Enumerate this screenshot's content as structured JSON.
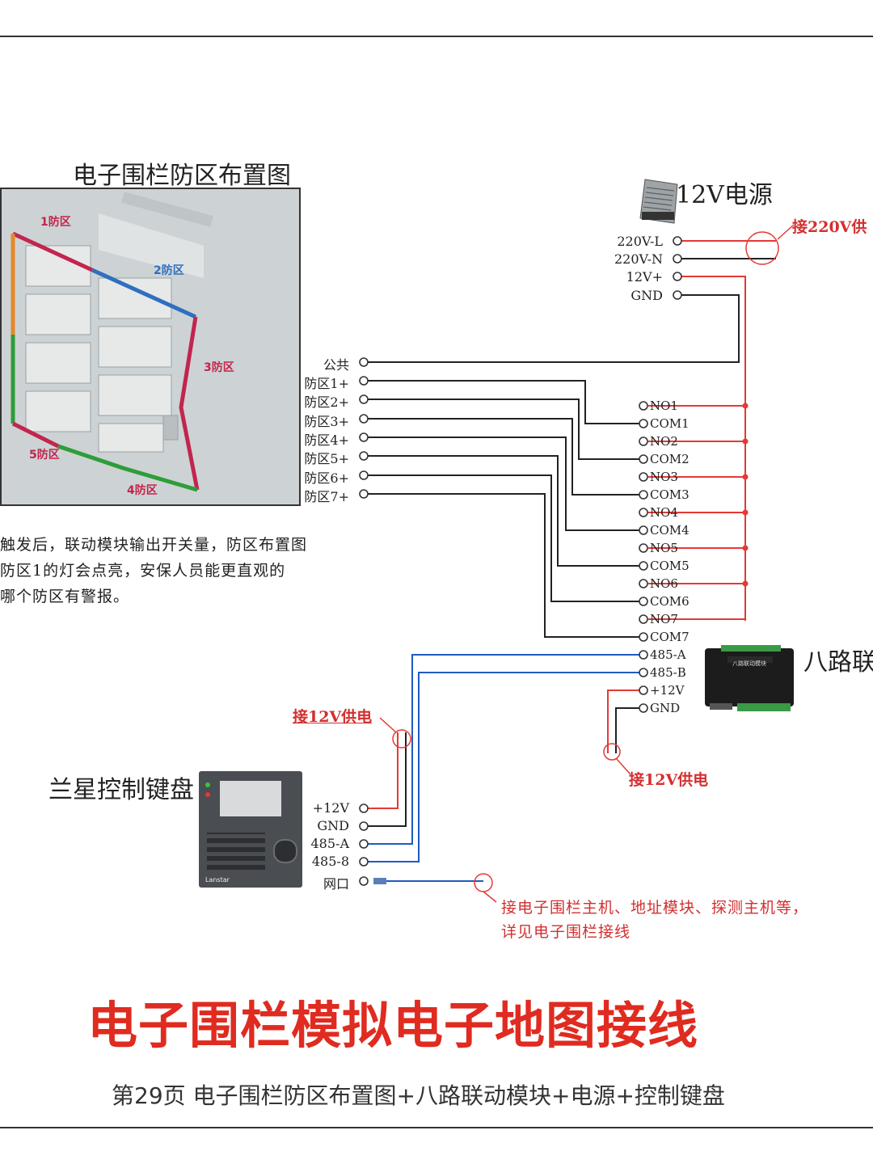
{
  "map": {
    "title": "电子围栏防区布置图",
    "zones": [
      "1防区",
      "2防区",
      "3防区",
      "4防区",
      "5防区"
    ]
  },
  "power": {
    "name": "12V电源",
    "terminals": [
      "220V-L",
      "220V-N",
      "12V+",
      "GND"
    ],
    "note": "接220V供"
  },
  "zone_inputs": [
    "公共",
    "防区1+",
    "防区2+",
    "防区3+",
    "防区4+",
    "防区5+",
    "防区6+",
    "防区7+"
  ],
  "module": {
    "name": "八路联",
    "panel_label": "八路联动模块",
    "relay_terminals": [
      "NO1",
      "COM1",
      "NO2",
      "COM2",
      "NO3",
      "COM3",
      "NO4",
      "COM4",
      "NO5",
      "COM5",
      "NO6",
      "COM6",
      "NO7",
      "COM7"
    ],
    "bus_terminals": [
      "485-A",
      "485-B",
      "+12V",
      "GND"
    ],
    "power_note": "接12V供电"
  },
  "description": [
    "触发后，联动模块输出开关量，防区布置图",
    "防区1的灯会点亮，安保人员能更直观的",
    "哪个防区有警报。"
  ],
  "keypad": {
    "name": "兰星控制键盘",
    "brand": "Lanstar",
    "terminals": [
      "+12V",
      "GND",
      "485-A",
      "485-8",
      "网口"
    ],
    "power_note": "接12V供电",
    "network_note": [
      "接电子围栏主机、地址模块、探测主机等，",
      "详见电子围栏接线"
    ]
  },
  "main_title": "电子围栏模拟电子地图接线",
  "footer": "第29页  电子围栏防区布置图+八路联动模块+电源+控制键盘",
  "colors": {
    "red_wire": "#e53935",
    "blue_wire": "#1e5bbf",
    "black_wire": "#222222",
    "title_red": "#e02b20",
    "zone_green": "#2e9d3a",
    "zone_blue": "#2f6fc0",
    "zone_crimson": "#c2254e",
    "zone_orange": "#e5892b"
  }
}
